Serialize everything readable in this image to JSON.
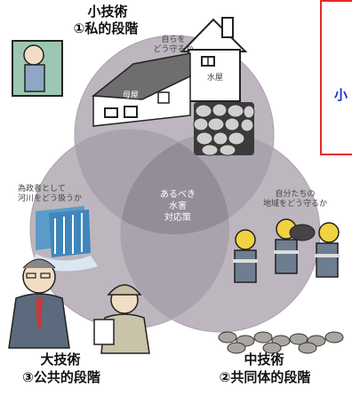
{
  "small_tech": {
    "title": "小技術",
    "stage": "①私的段階"
  },
  "medium_tech": {
    "title": "中技術",
    "stage": "②共同体的段階"
  },
  "large_tech": {
    "title": "大技術",
    "stage": "③公共的段階"
  },
  "center": {
    "line1": "あるべき",
    "line2": "水害",
    "line3": "対応策"
  },
  "top_caption": {
    "line1": "自らを",
    "line2": "どう守るか"
  },
  "building_labels": {
    "main_house": "母屋",
    "water_house": "水屋"
  },
  "left_caption": {
    "line1": "為政者として",
    "line2": "河川をどう扱うか"
  },
  "right_caption": {
    "line1": "自分たちの",
    "line2": "地域をどう守るか"
  },
  "side_box": {
    "text": "小"
  },
  "colors": {
    "circle_fill": "#b9b2bb",
    "overlap": "#9c94a0",
    "red_border": "#e52a2a",
    "blue_text": "#1d35c8"
  }
}
